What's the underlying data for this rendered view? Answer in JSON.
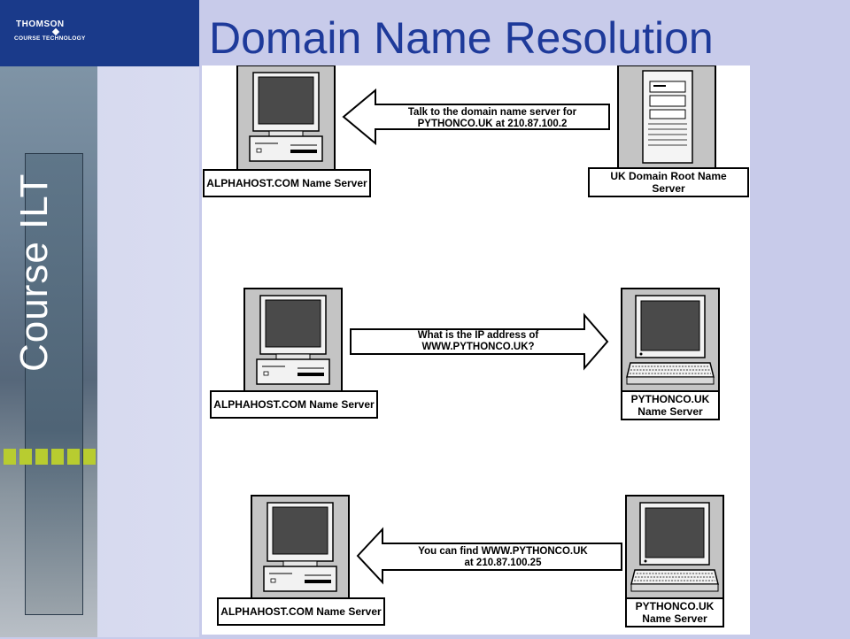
{
  "header": {
    "title": "Domain Name Resolution",
    "logo_top": "THOMSON",
    "logo_bottom": "COURSE TECHNOLOGY"
  },
  "sidebar": {
    "vertical_label": "Course ILT"
  },
  "diagram": {
    "step1": {
      "left_label": "ALPHAHOST.COM Name Server",
      "right_label_line1": "UK Domain Root Name",
      "right_label_line2": "Server",
      "arrow_line1": "Talk to the domain name server for",
      "arrow_line2": "PYTHONCO.UK at 210.87.100.2"
    },
    "step2": {
      "left_label": "ALPHAHOST.COM Name Server",
      "right_label_line1": "PYTHONCO.UK",
      "right_label_line2": "Name Server",
      "arrow_line1": "What is the IP address of",
      "arrow_line2": "WWW.PYTHONCO.UK?"
    },
    "step3": {
      "left_label": "ALPHAHOST.COM Name Server",
      "right_label_line1": "PYTHONCO.UK",
      "right_label_line2": "Name Server",
      "arrow_line1": "You can find WWW.PYTHONCO.UK",
      "arrow_line2": "at 210.87.100.25"
    }
  }
}
